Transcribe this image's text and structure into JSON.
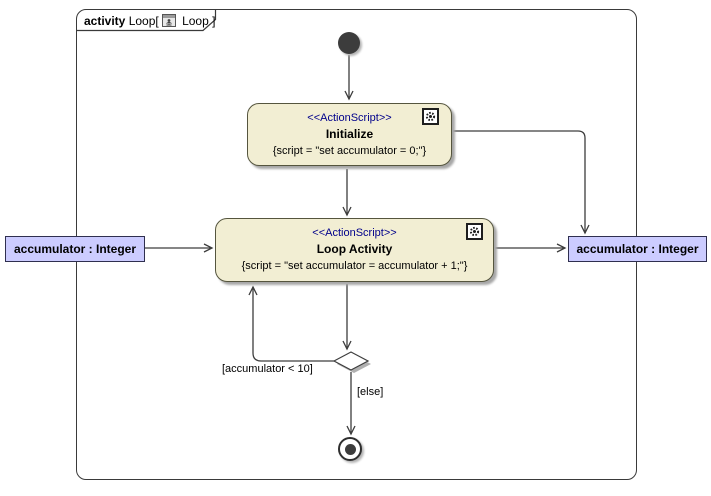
{
  "frame": {
    "keyword": "activity",
    "name": " Loop",
    "bracket_open": "[",
    "diagram_name": " Loop ",
    "bracket_close": "]"
  },
  "nodes": {
    "initialize": {
      "stereotype": "<<ActionScript>>",
      "name": "Initialize",
      "script": "{script = \"set accumulator = 0;\"}"
    },
    "loop_activity": {
      "stereotype": "<<ActionScript>>",
      "name": "Loop Activity",
      "script": "{script = \"set accumulator = accumulator + 1;\"}"
    },
    "output_pin_left": {
      "label": "accumulator : Integer"
    },
    "output_pin_right": {
      "label": "accumulator : Integer"
    }
  },
  "edges": {
    "loop_guard": "[accumulator < 10]",
    "else_guard": "[else]"
  },
  "colors": {
    "action_fill": "#f2eed3",
    "action_border": "#55553e",
    "pin_fill": "#ccccff",
    "stereotype_text": "#00008b",
    "edge": "#3d3d3d",
    "frame_border": "#3a3a3a"
  }
}
